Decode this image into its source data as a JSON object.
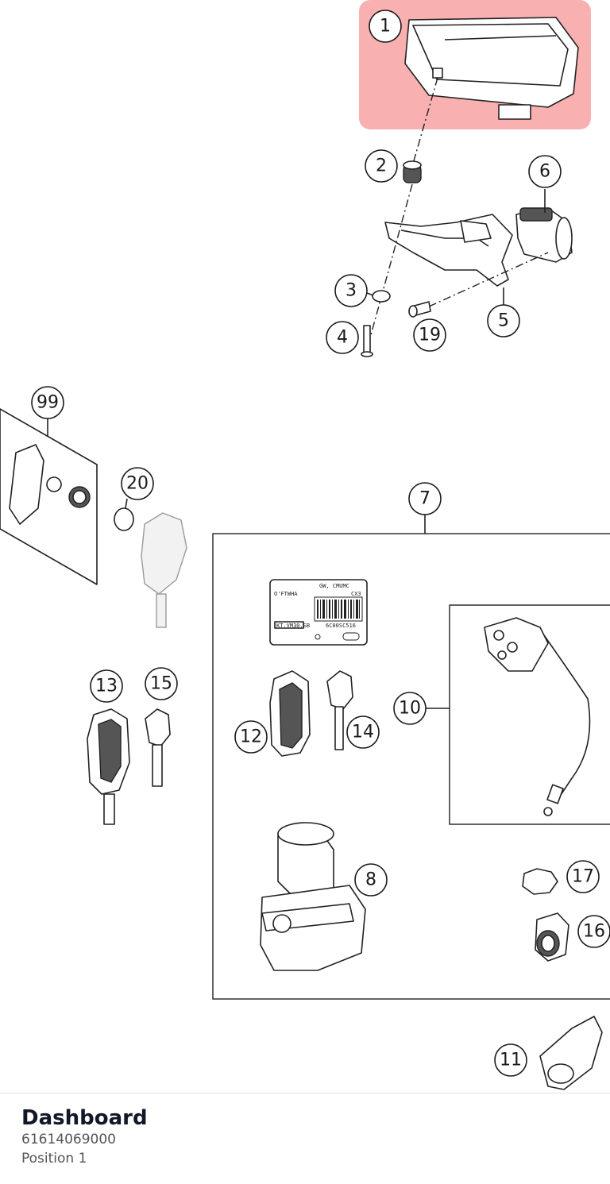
{
  "callouts": [
    {
      "id": "callout-1",
      "label": "1"
    },
    {
      "id": "callout-2",
      "label": "2"
    },
    {
      "id": "callout-3",
      "label": "3"
    },
    {
      "id": "callout-4",
      "label": "4"
    },
    {
      "id": "callout-5",
      "label": "5"
    },
    {
      "id": "callout-6",
      "label": "6"
    },
    {
      "id": "callout-7",
      "label": "7"
    },
    {
      "id": "callout-8",
      "label": "8"
    },
    {
      "id": "callout-10",
      "label": "10"
    },
    {
      "id": "callout-11",
      "label": "11"
    },
    {
      "id": "callout-12",
      "label": "12"
    },
    {
      "id": "callout-13",
      "label": "13"
    },
    {
      "id": "callout-14",
      "label": "14"
    },
    {
      "id": "callout-15",
      "label": "15"
    },
    {
      "id": "callout-16",
      "label": "16"
    },
    {
      "id": "callout-17",
      "label": "17"
    },
    {
      "id": "callout-19",
      "label": "19"
    },
    {
      "id": "callout-20",
      "label": "20"
    },
    {
      "id": "callout-99",
      "label": "99"
    }
  ],
  "highlight": {
    "color": "#f7a7a7",
    "selected": "1"
  },
  "sticker": {
    "title": "GW, CMUMC",
    "line_1": "O'FTWHA",
    "line_2": "CX3",
    "code_1": "KT.VM30.SB",
    "code_2": "6C00SC516"
  },
  "footer": {
    "part_name": "Dashboard",
    "part_number": "61614069000",
    "position": "Position 1"
  }
}
